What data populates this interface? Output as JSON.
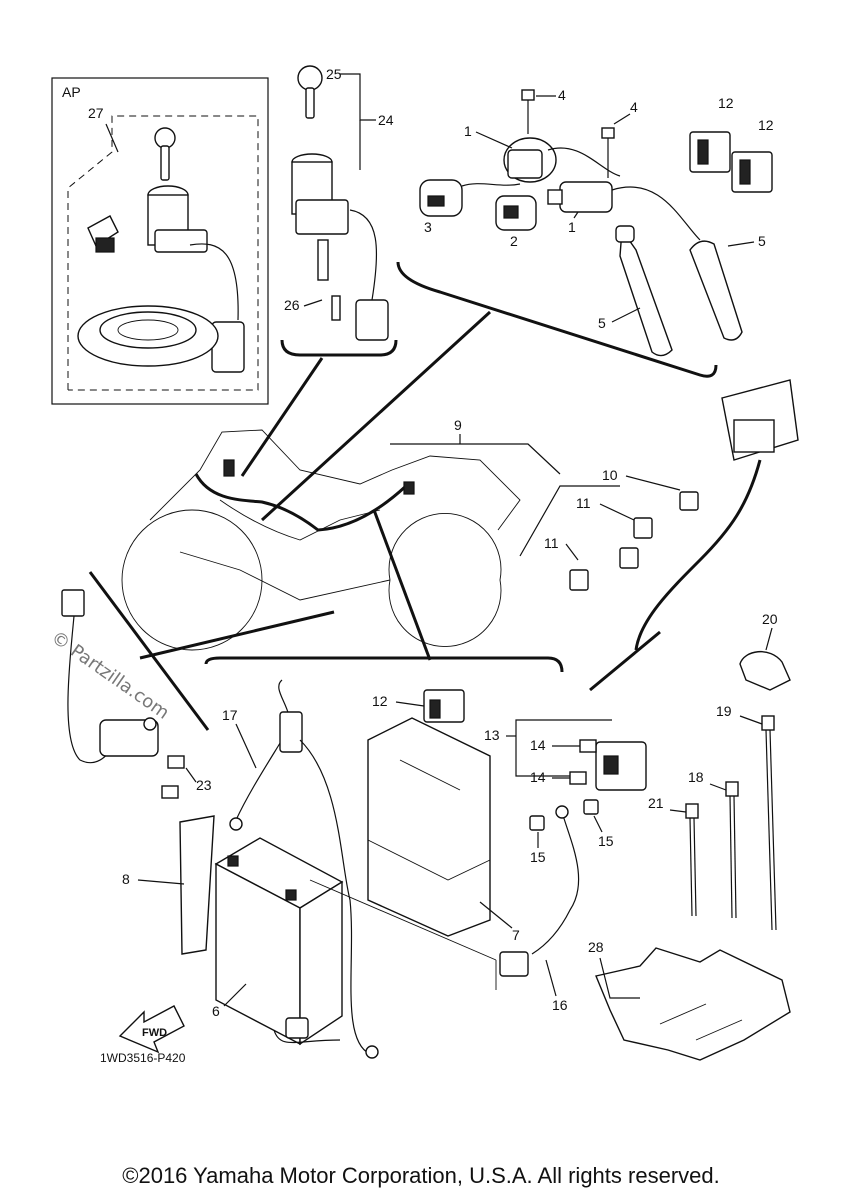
{
  "diagram": {
    "kit_label": "AP",
    "drawing_code": "1WD3516-P420",
    "fwd_label": "FWD",
    "watermark": "© Partzilla.com",
    "copyright": "©2016 Yamaha Motor Corporation, U.S.A. All rights reserved.",
    "callouts": {
      "c1a": "1",
      "c1b": "1",
      "c2": "2",
      "c3": "3",
      "c4a": "4",
      "c4b": "4",
      "c5a": "5",
      "c5b": "5",
      "c6": "6",
      "c7": "7",
      "c8": "8",
      "c9": "9",
      "c10": "10",
      "c11a": "11",
      "c11b": "11",
      "c12a": "12",
      "c12b": "12",
      "c12c": "12",
      "c13": "13",
      "c14a": "14",
      "c14b": "14",
      "c15a": "15",
      "c15b": "15",
      "c16": "16",
      "c17": "17",
      "c18": "18",
      "c19": "19",
      "c20": "20",
      "c21": "21",
      "c23": "23",
      "c24": "24",
      "c25": "25",
      "c26": "26",
      "c27": "27",
      "c28": "28"
    }
  }
}
